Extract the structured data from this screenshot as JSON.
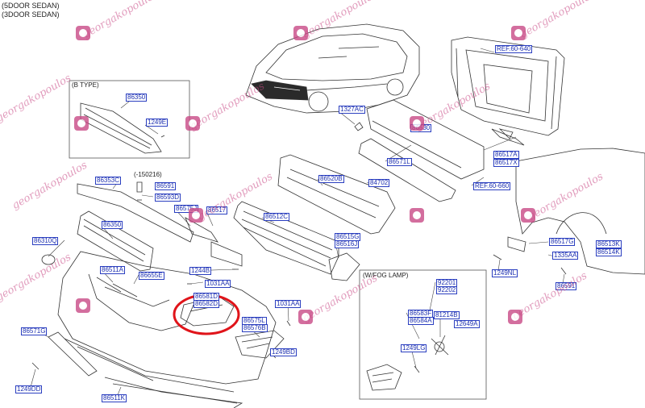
{
  "headers": [
    "(5DOOR SEDAN)",
    "(3DOOR SEDAN)"
  ],
  "boxes": {
    "b_type": "(B TYPE)",
    "fog_lamp": "(W/FOG LAMP)"
  },
  "notes": {
    "date_note": "(-150216)"
  },
  "watermark_text": "georgakopoulos",
  "colors": {
    "label_text": "#1c2fb0",
    "highlight_circle": "#e0141a",
    "watermark": "#c94a86",
    "line": "#333333"
  },
  "part_labels": [
    {
      "id": "ref_60_640",
      "text": "REF.60-640"
    },
    {
      "id": "p86350_b",
      "text": "86350"
    },
    {
      "id": "p1249e",
      "text": "1249E"
    },
    {
      "id": "p1327ac",
      "text": "1327AC"
    },
    {
      "id": "p86530",
      "text": "86530"
    },
    {
      "id": "p86517a",
      "text": "86517A"
    },
    {
      "id": "p86517x",
      "text": "86517X"
    },
    {
      "id": "p86571l",
      "text": "86571L"
    },
    {
      "id": "p86520b",
      "text": "86520B"
    },
    {
      "id": "p84702",
      "text": "84702"
    },
    {
      "id": "ref_60_660",
      "text": "REF.60-660"
    },
    {
      "id": "p86353c",
      "text": "86353C"
    },
    {
      "id": "p86591",
      "text": "86591"
    },
    {
      "id": "p86593d",
      "text": "86593D"
    },
    {
      "id": "p86575j",
      "text": "86575J"
    },
    {
      "id": "p86517",
      "text": "86517"
    },
    {
      "id": "p86512c",
      "text": "86512C"
    },
    {
      "id": "p86350",
      "text": "86350"
    },
    {
      "id": "p86310q",
      "text": "86310Q"
    },
    {
      "id": "p86515g",
      "text": "86515G"
    },
    {
      "id": "p86516j",
      "text": "86516J"
    },
    {
      "id": "p86517g",
      "text": "86517G"
    },
    {
      "id": "p86513k",
      "text": "86513K"
    },
    {
      "id": "p86514k",
      "text": "86514K"
    },
    {
      "id": "p1335aa",
      "text": "1335AA"
    },
    {
      "id": "p86511a",
      "text": "86511A"
    },
    {
      "id": "p1244b",
      "text": "1244B"
    },
    {
      "id": "p1249nl",
      "text": "1249NL"
    },
    {
      "id": "p86655e",
      "text": "86655E"
    },
    {
      "id": "p1031aa_a",
      "text": "1031AA"
    },
    {
      "id": "p86581d",
      "text": "86581D"
    },
    {
      "id": "p86582d",
      "text": "86582D"
    },
    {
      "id": "p86591_b",
      "text": "86591"
    },
    {
      "id": "p92201",
      "text": "92201"
    },
    {
      "id": "p92202",
      "text": "92202"
    },
    {
      "id": "p1031aa_b",
      "text": "1031AA"
    },
    {
      "id": "p86575l",
      "text": "86575L"
    },
    {
      "id": "p86576b",
      "text": "86576B"
    },
    {
      "id": "p86583f",
      "text": "86583F"
    },
    {
      "id": "p86584a",
      "text": "86584A"
    },
    {
      "id": "p81214b",
      "text": "81214B"
    },
    {
      "id": "p12649a",
      "text": "12649A"
    },
    {
      "id": "p86571g",
      "text": "86571G"
    },
    {
      "id": "p1249bd",
      "text": "1249BD"
    },
    {
      "id": "p1249lg",
      "text": "1249LG"
    },
    {
      "id": "p1249dd",
      "text": "1249DD"
    },
    {
      "id": "p86511k",
      "text": "86511K"
    }
  ]
}
